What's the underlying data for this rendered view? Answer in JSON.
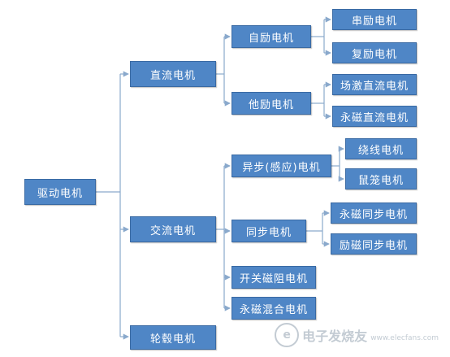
{
  "colors": {
    "node_fill": "#4f86c6",
    "node_border": "#3a6aa3",
    "connector": "#8aa9cc",
    "text": "#ffffff"
  },
  "diagram": {
    "root": "驱动电机",
    "dc": "直流电机",
    "ac": "交流电机",
    "hub": "轮毂电机",
    "self_excited": "自励电机",
    "separately_excited": "他励电机",
    "series_excited": "串励电机",
    "compound_excited": "复励电机",
    "field_excited_dc": "场激直流电机",
    "pm_dc": "永磁直流电机",
    "async": "异步(感应)电机",
    "sync": "同步电机",
    "switched_reluctance": "开关磁阻电机",
    "pm_hybrid": "永磁混合电机",
    "wound_rotor": "绕线电机",
    "squirrel_cage": "鼠笼电机",
    "pm_sync": "永磁同步电机",
    "excited_sync": "励磁同步电机"
  },
  "watermark": {
    "icon_glyph": "e",
    "brand": "电子发烧友",
    "url": "www.elecfans.com"
  }
}
